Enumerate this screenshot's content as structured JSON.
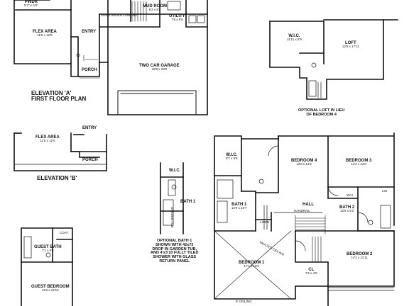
{
  "first_floor": {
    "pwdr": {
      "name": "PWDR",
      "dim": "5'7\" x 5'0\""
    },
    "flex": {
      "name": "FLEX AREA",
      "dim": "11'5 x 12'0"
    },
    "entry": "ENTRY",
    "porch": "PORCH",
    "open_under": "OPEN UNDER LANDING",
    "mud": {
      "name": "MUD ROOM",
      "dim": "6'3 x 8'2"
    },
    "utility": {
      "name": "UTILITY",
      "dim": "7'8 x 6'5"
    },
    "garage": {
      "name": "TWO CAR GARAGE",
      "dim": "18'8 x 18'8"
    },
    "caption_line1": "ELEVATION 'A'",
    "caption_line2": "FIRST FLOOR PLAN"
  },
  "elevation_b": {
    "flex": {
      "name": "FLEX AREA",
      "dim": "11'5 x 12'0"
    },
    "entry": "ENTRY",
    "porch": "PORCH",
    "caption": "ELEVATION 'B'"
  },
  "loft_option": {
    "wic": {
      "name": "W.I.C.",
      "dim": "11'11 x 8'9"
    },
    "loft": {
      "name": "LOFT",
      "dim": "12'6 x 17'11"
    },
    "caption_line1": "OPTIONAL LOFT IN LIEU",
    "caption_line2": "OF BEDROOM 4"
  },
  "bath_option": {
    "wic": "W.I.C.",
    "bath": "BATH 1",
    "garden_tub": "GARDEN TUB",
    "note_lines": [
      "OPTIONAL BATH 1",
      "SHOWN WITH 42x72",
      "DROP IN GARDEN TUB,",
      "AND 4'x3'10 FULLY TILED",
      "SHOWER WITH GLASS",
      "RETURN PANEL"
    ]
  },
  "guest_option": {
    "coat": "COAT",
    "bath": {
      "name": "GUEST BATH",
      "dim": "7'1 x 5'6"
    },
    "bedroom": {
      "name": "GUEST BEDROOM",
      "dim": "11'8 x 12'10"
    }
  },
  "second_floor": {
    "wic": {
      "name": "W.I.C.",
      "dim": "8'7 x 6'8"
    },
    "bed4": {
      "name": "BEDROOM 4",
      "dim": "12'8 x 13'2"
    },
    "bed3": {
      "name": "BEDROOM 3",
      "dim": "14'2 x 12'0"
    },
    "bath1": {
      "name": "BATH 1",
      "dim": "12'0 x 10'7"
    },
    "hall": "HALL",
    "handrail": "HANDRAIL",
    "bath2": {
      "name": "BATH 2",
      "dim": "12'8 x 5'3"
    },
    "linen": "LINEN",
    "lin": "LIN",
    "wh": "W/H",
    "vaulted": "VAULTED CEILING",
    "bed1": {
      "name": "BEDROOM 1",
      "dim": "17'4 x 16'6"
    },
    "bed2": {
      "name": "BEDROOM 2",
      "dim": "14'2 x 11'11"
    },
    "cl": {
      "name": "CL",
      "dim": "7'2 x 4'9"
    },
    "ceiling": "9' CEILING"
  }
}
